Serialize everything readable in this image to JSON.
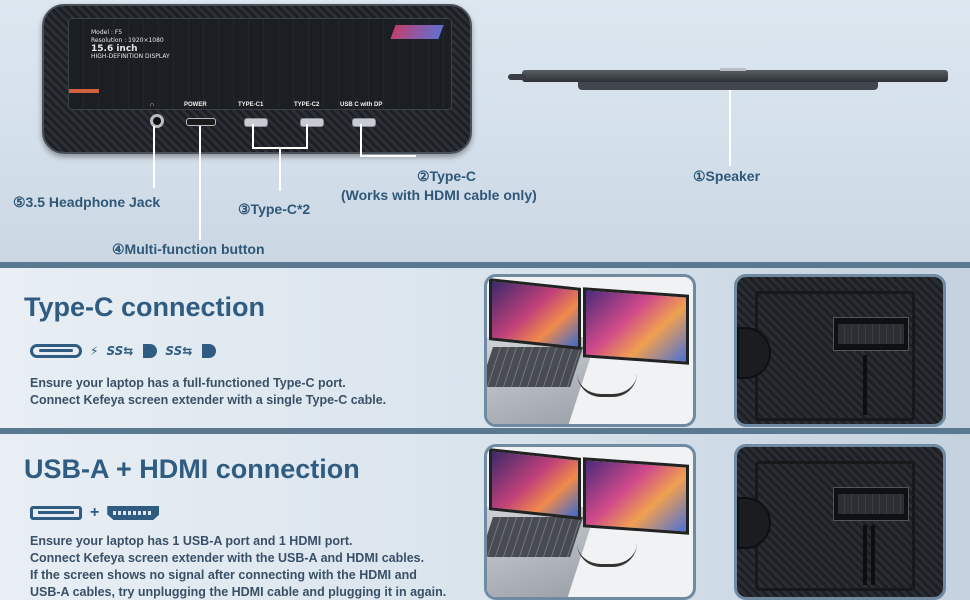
{
  "device_screen": {
    "model_line": "Model : F5",
    "resolution_line": "Resolution : 1920×1080",
    "size_line": "15.6 inch",
    "display_line": "HIGH-DEFINITION DISPLAY"
  },
  "port_labels": {
    "headphone": "∩",
    "power": "POWER",
    "typec1": "TYPE-C1",
    "typec2": "TYPE-C2",
    "usbc_dp": "USB C with DP"
  },
  "callouts": {
    "headphone_jack": "⑤3.5 Headphone Jack",
    "multi_function": "④Multi-function button",
    "typec_x2": "③Type-C*2",
    "typec_title": "②Type-C",
    "typec_note": "(Works with HDMI cable only)",
    "speaker": "①Speaker"
  },
  "sections": [
    {
      "title": "Type-C connection",
      "icon_text_1": "SS",
      "icon_text_2": "SS",
      "description": [
        "Ensure your laptop has a full-functioned Type-C port.",
        "Connect Kefeya screen extender with a single Type-C cable."
      ]
    },
    {
      "title": "USB-A + HDMI connection",
      "plus": "+",
      "description": [
        "Ensure your laptop has 1 USB-A port and 1 HDMI port.",
        "Connect Kefeya screen extender with the USB-A and HDMI cables.",
        "If the screen shows no signal after connecting with the HDMI and",
        "USB-A cables, try unplugging the HDMI cable and plugging it in again."
      ]
    }
  ],
  "icons": {
    "usb_c": "usb-c-port-icon",
    "bolt": "power-bolt-icon",
    "ss_usb": "superspeed-usb-icon",
    "displayport": "displayport-icon",
    "usb_a": "usb-a-port-icon",
    "hdmi": "hdmi-port-icon"
  }
}
